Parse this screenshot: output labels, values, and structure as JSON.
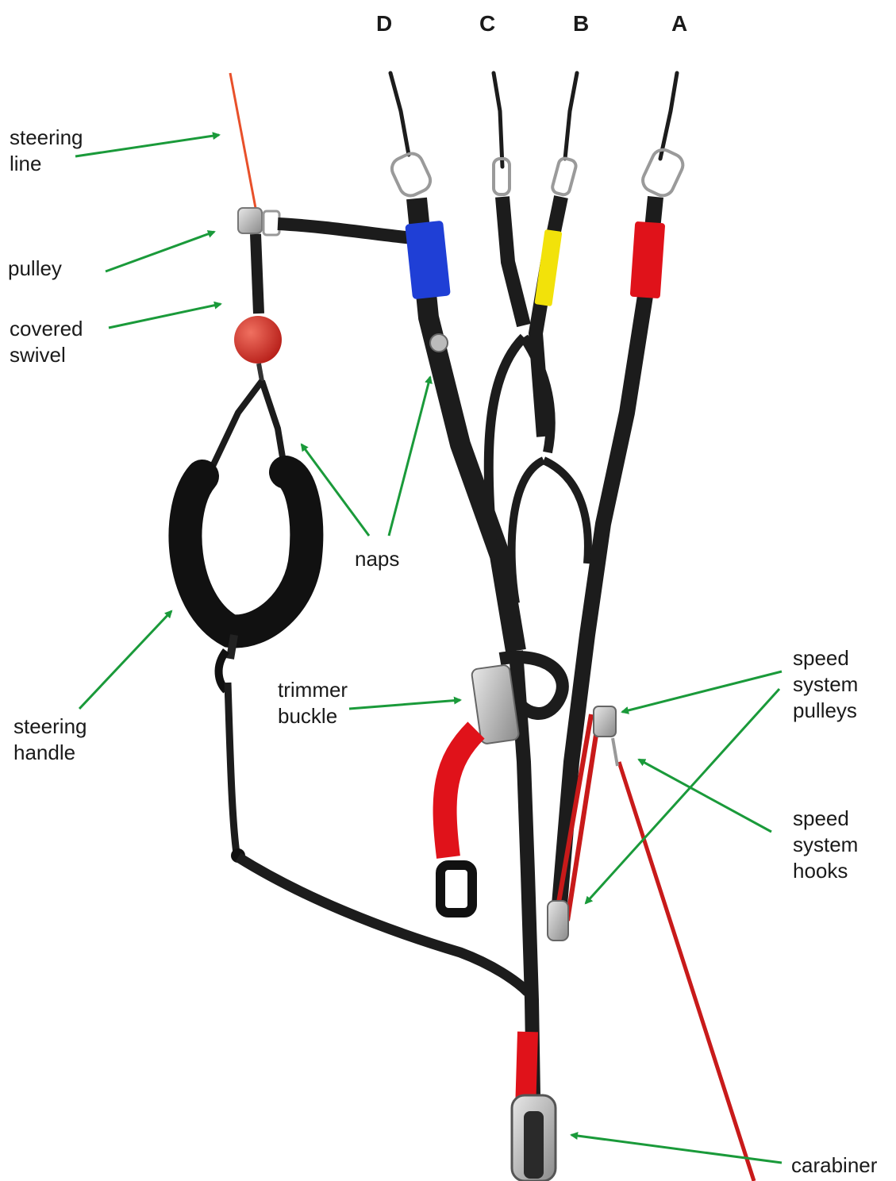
{
  "risers": [
    "D",
    "C",
    "B",
    "A"
  ],
  "labels": {
    "steering_line": [
      "steering",
      "line"
    ],
    "pulley": [
      "pulley"
    ],
    "covered_swivel": [
      "covered",
      "swivel"
    ],
    "naps": [
      "naps"
    ],
    "steering_handle": [
      "steering",
      "handle"
    ],
    "trimmer_buckle": [
      "trimmer",
      "buckle"
    ],
    "speed_system_pulleys": [
      "speed",
      "system",
      "pulleys"
    ],
    "speed_system_hooks": [
      "speed",
      "system",
      "hooks"
    ],
    "carabiner": [
      "carabiner"
    ]
  },
  "colors": {
    "arrow": "#1a9a3a",
    "webbing": "#1c1c1c",
    "d_riser_tag": "#1f3fd6",
    "b_riser_tag": "#f2e20a",
    "a_riser_tag": "#e0121a",
    "trimmer_strap": "#e0121a",
    "steering_line": "#e8502a",
    "swivel_ball": "#d8322a"
  }
}
